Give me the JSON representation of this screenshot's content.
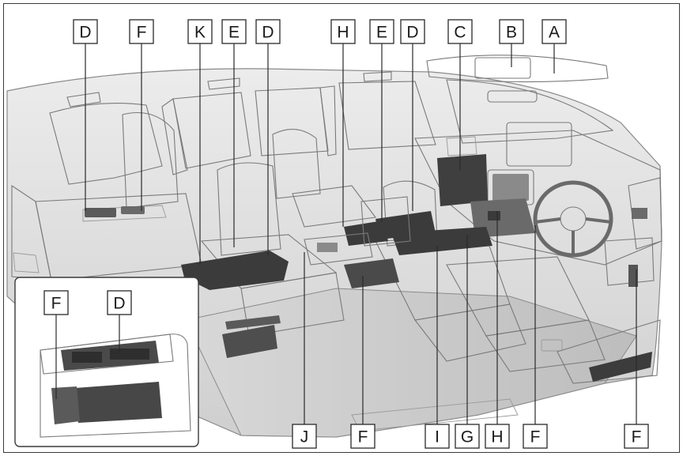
{
  "callouts": {
    "top": [
      "D",
      "F",
      "K",
      "E",
      "D",
      "H",
      "E",
      "D",
      "C",
      "B",
      "A"
    ],
    "bottom": [
      "J",
      "F",
      "I",
      "G",
      "H",
      "F",
      "F"
    ],
    "inset": [
      "F",
      "D"
    ]
  },
  "colors": {
    "storage_highlight": "#3b3b3b",
    "interior_fill": "#e4e4e4",
    "interior_shadow": "#c2c2c2",
    "outline": "#7a7a7a"
  }
}
